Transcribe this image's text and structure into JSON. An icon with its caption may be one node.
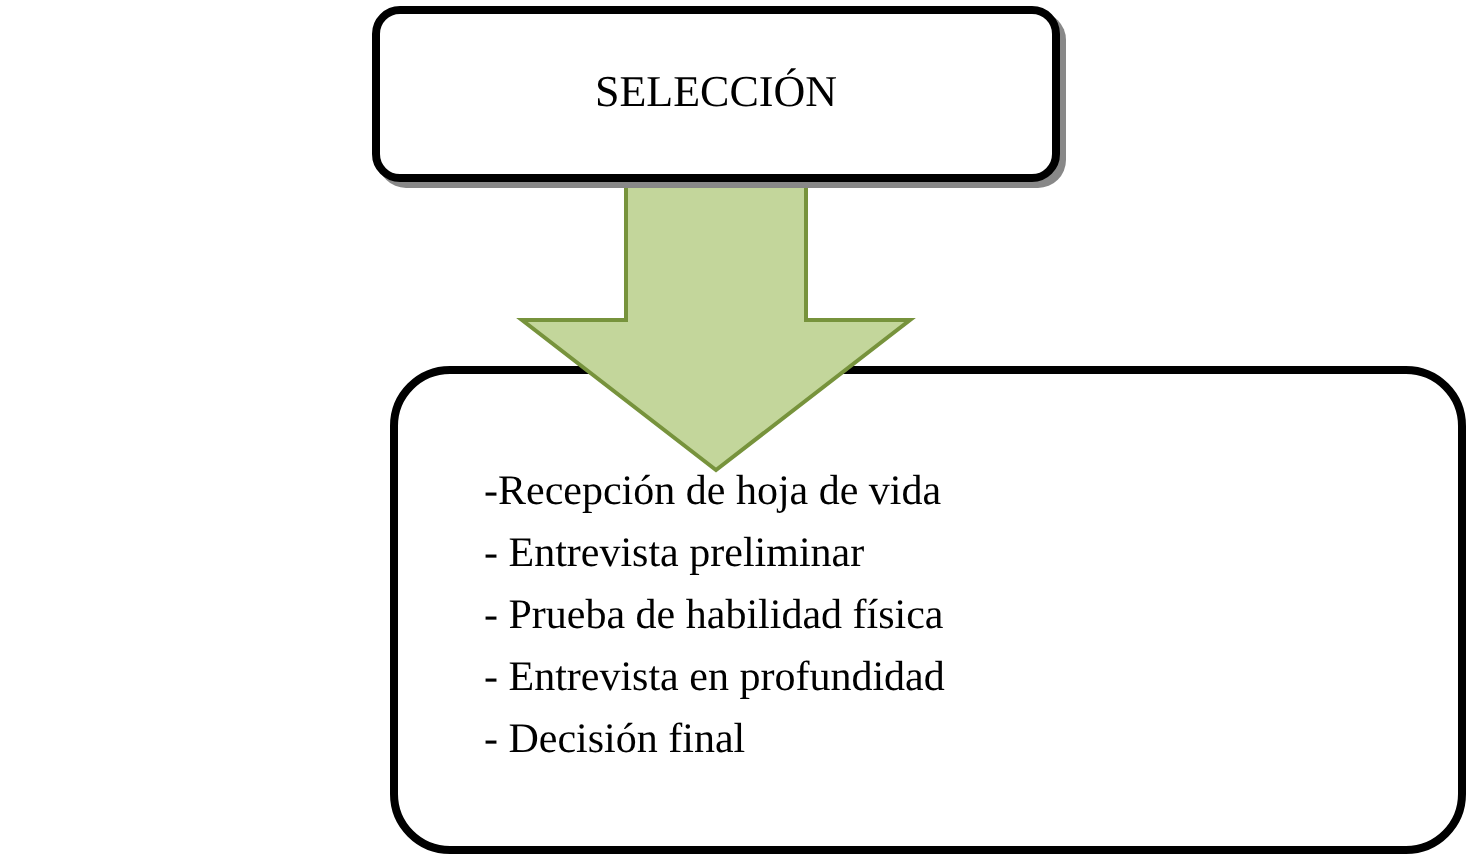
{
  "diagram": {
    "nodes": [
      {
        "text": [
          "SELECCIÓN"
        ]
      },
      {
        "text": [
          "-Recepción de hoja de vida",
          "- Entrevista preliminar",
          "- Prueba de habilidad física",
          "- Entrevista en profundidad",
          "- Decisión final"
        ]
      }
    ],
    "edges": [
      {
        "from": 0,
        "to": 1,
        "arrow": "to"
      }
    ]
  }
}
